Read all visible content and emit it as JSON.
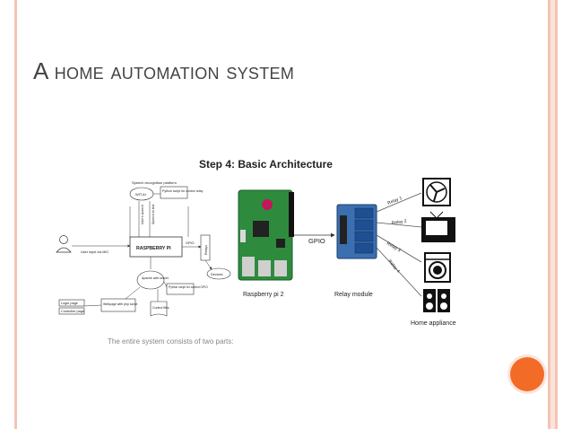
{
  "slide": {
    "title": "A home automation system",
    "caption": "The entire system consists of two parts:"
  },
  "diagram": {
    "step_title": "Step 4: Basic Architecture",
    "left": {
      "speech_platform": "Speech recognition platform",
      "wit_ai": "WIT.AI",
      "python_script_relay": "Python script for control relay",
      "users_speech": "User's speech",
      "speech_to_text": "Speech to text",
      "user_input_mic": "User input via MIC",
      "raspberry_pi": "RASPBERRY PI",
      "gpio": "GPIO",
      "relays": "Relays",
      "devices": "Devices",
      "apache": "Apache web server",
      "python_script_gpio": "Python script for control GPIO",
      "login_page": "Login page",
      "controller_page": "Controller page",
      "webpage_php": "Webpage with php script",
      "control_files": "Control files"
    },
    "right": {
      "gpio_label": "GPIO",
      "rpi_label": "Raspberry pi 2",
      "relay_module_label": "Relay module",
      "home_appliance_label": "Home appliance",
      "relays": [
        "Relay 1",
        "Relay 2",
        "Relay 3",
        "Relay 4"
      ]
    }
  },
  "colors": {
    "accent": "#f26b27",
    "frame": "#f4c4b4",
    "pcb": "#2e8b3e",
    "relay_board": "#3b6fb0"
  }
}
